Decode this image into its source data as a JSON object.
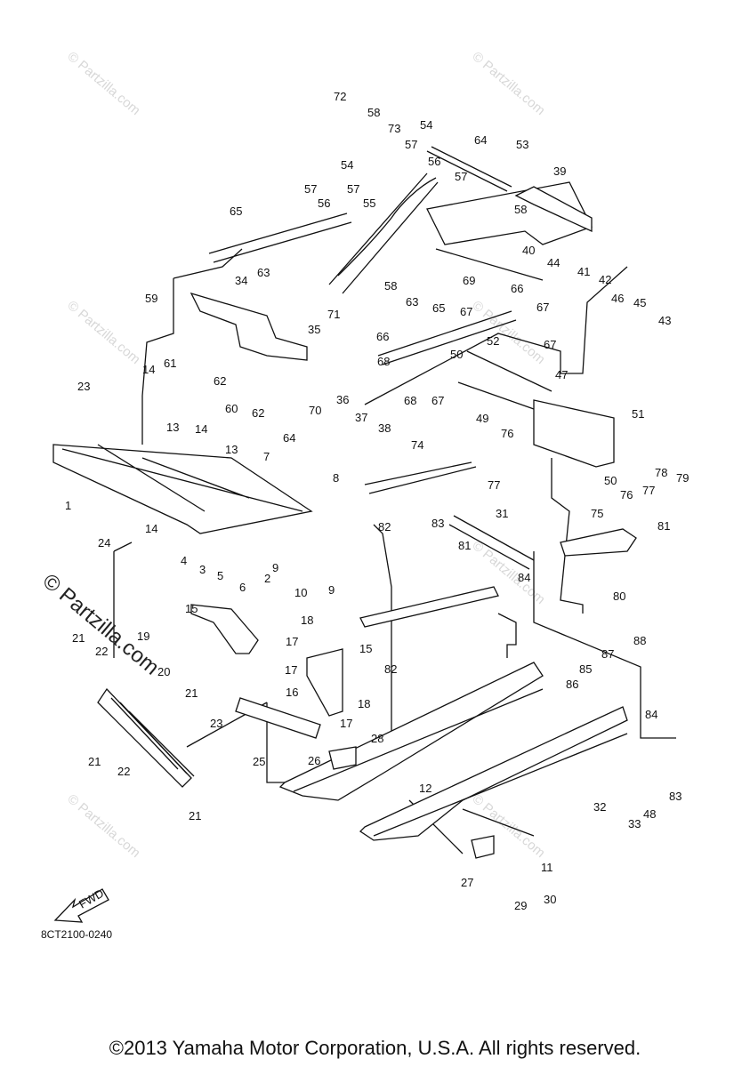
{
  "drawing_code": "8CT2100-0240",
  "fwd_label": "FWD",
  "copyright": "©2013 Yamaha Motor Corporation, U.S.A. All rights reserved.",
  "watermark": "© Partzilla.com",
  "labels": [
    "72",
    "58",
    "73",
    "54",
    "57",
    "56",
    "57",
    "64",
    "53",
    "39",
    "54",
    "57",
    "56",
    "57",
    "55",
    "65",
    "58",
    "63",
    "40",
    "44",
    "59",
    "34",
    "58",
    "63",
    "69",
    "66",
    "41",
    "42",
    "46",
    "45",
    "71",
    "67",
    "66",
    "67",
    "68",
    "65",
    "43",
    "35",
    "52",
    "67",
    "61",
    "62",
    "14",
    "60",
    "62",
    "70",
    "36",
    "37",
    "50",
    "47",
    "23",
    "13",
    "38",
    "68",
    "67",
    "49",
    "51",
    "64",
    "14",
    "13",
    "76",
    "74",
    "7",
    "77",
    "50",
    "78",
    "79",
    "76",
    "77",
    "1",
    "8",
    "14",
    "82",
    "31",
    "75",
    "83",
    "81",
    "81",
    "24",
    "4",
    "3",
    "5",
    "6",
    "2",
    "9",
    "10",
    "9",
    "84",
    "80",
    "15",
    "18",
    "17",
    "15",
    "21",
    "22",
    "19",
    "20",
    "82",
    "87",
    "88",
    "17",
    "85",
    "86",
    "16",
    "21",
    "23",
    "18",
    "17",
    "84",
    "28",
    "26",
    "25",
    "21",
    "22",
    "83",
    "12",
    "32",
    "33",
    "48",
    "21",
    "11",
    "27",
    "30",
    "29"
  ]
}
